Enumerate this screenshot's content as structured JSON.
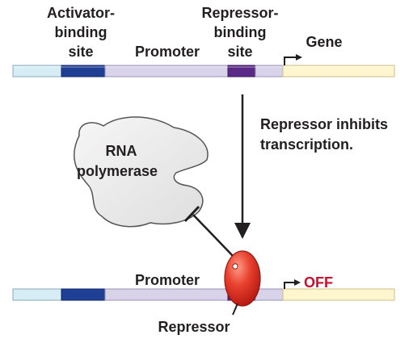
{
  "labels": {
    "activator_line1": "Activator-",
    "activator_line2": "binding",
    "activator_line3": "site",
    "repressor_site_line1": "Repressor-",
    "repressor_site_line2": "binding",
    "repressor_site_line3": "site",
    "promoter_top": "Promoter",
    "gene": "Gene",
    "arrow_caption_line1": "Repressor inhibits",
    "arrow_caption_line2": "transcription.",
    "rna_line1": "RNA",
    "rna_line2": "polymerase",
    "promoter_bottom": "Promoter",
    "repressor": "Repressor",
    "off": "OFF"
  },
  "colors": {
    "text": "#231f20",
    "off_text": "#c8102e",
    "dna_left_segment": "#d7edf6",
    "activator_site": "#1f3f95",
    "promoter_region": "#d9d3ea",
    "repressor_site": "#5b2a86",
    "gene_region": "#fff6cf",
    "repressor_protein": "#e23a2c",
    "rna_polymerase": "#eeeeee"
  }
}
